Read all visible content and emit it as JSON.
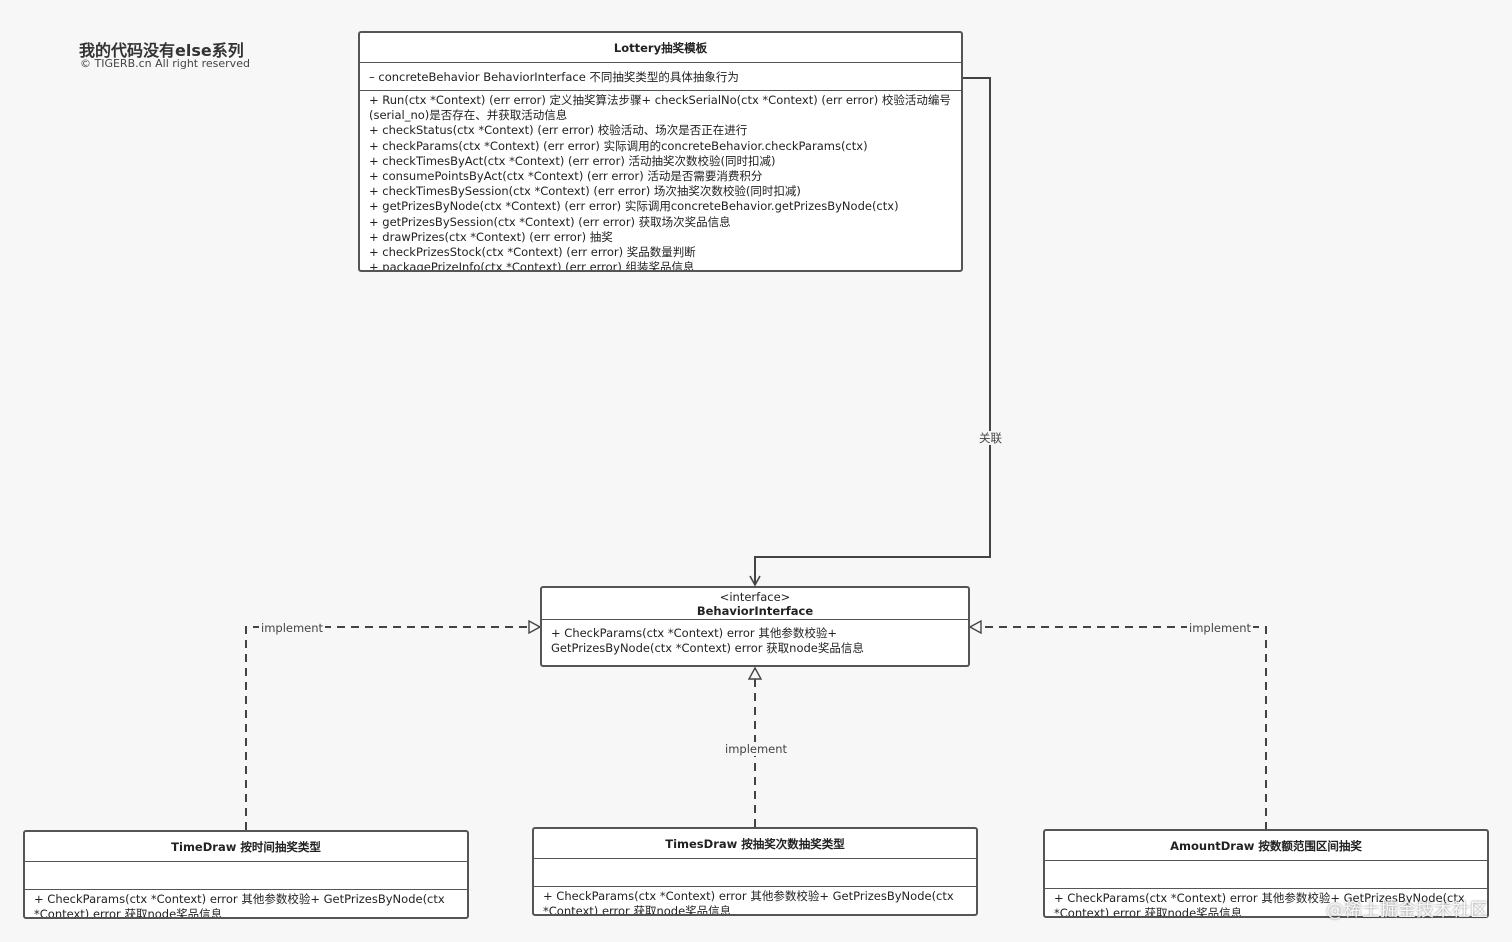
{
  "header": {
    "title": "我的代码没有else系列",
    "copyright": "© TIGERB.cn All right reserved"
  },
  "lottery": {
    "title": "Lottery抽奖模板",
    "attribute": "– concreteBehavior BehaviorInterface 不同抽奖类型的具体抽象行为",
    "methods": [
      "+ Run(ctx *Context) (err error) 定义抽奖算法步骤+ checkSerialNo(ctx *Context) (err error) 校验活动编号(serial_no)是否存在、并获取活动信息",
      "+ checkStatus(ctx *Context) (err error) 校验活动、场次是否正在进行",
      "+ checkParams(ctx *Context) (err error) 实际调用的concreteBehavior.checkParams(ctx)",
      "+ checkTimesByAct(ctx *Context) (err error) 活动抽奖次数校验(同时扣减)",
      "+ consumePointsByAct(ctx *Context) (err error) 活动是否需要消费积分",
      "+ checkTimesBySession(ctx *Context) (err error) 场次抽奖次数校验(同时扣减)",
      "+ getPrizesByNode(ctx *Context) (err error) 实际调用concreteBehavior.getPrizesByNode(ctx)",
      "+ getPrizesBySession(ctx *Context) (err error) 获取场次奖品信息",
      "+ drawPrizes(ctx *Context) (err error) 抽奖",
      "+ checkPrizesStock(ctx *Context) (err error) 奖品数量判断",
      "+ packagePrizeInfo(ctx *Context) (err error) 组装奖品信息"
    ]
  },
  "interface": {
    "stereotype": "<interface>",
    "title": "BehaviorInterface",
    "methods": "+ CheckParams(ctx *Context) error 其他参数校验+ GetPrizesByNode(ctx *Context) error 获取node奖品信息"
  },
  "connectors": {
    "association_label": "关联",
    "implement_left": "implement",
    "implement_center": "implement",
    "implement_right": "implement"
  },
  "impls": {
    "time_draw": {
      "title": "TimeDraw 按时间抽奖类型",
      "methods": "+ CheckParams(ctx *Context) error 其他参数校验+ GetPrizesByNode(ctx *Context) error 获取node奖品信息"
    },
    "times_draw": {
      "title": "TimesDraw 按抽奖次数抽奖类型",
      "methods": "+ CheckParams(ctx *Context) error 其他参数校验+ GetPrizesByNode(ctx *Context) error 获取node奖品信息"
    },
    "amount_draw": {
      "title": "AmountDraw 按数额范围区间抽奖",
      "methods": "+ CheckParams(ctx *Context) error 其他参数校验+ GetPrizesByNode(ctx *Context) error 获取node奖品信息"
    }
  },
  "watermark": "@稀土掘金技术社区"
}
